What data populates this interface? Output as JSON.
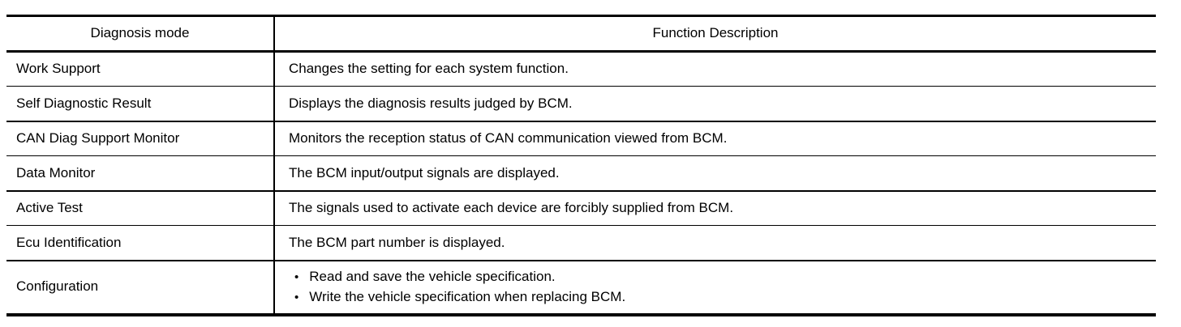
{
  "table": {
    "columns": [
      {
        "label": "Diagnosis mode"
      },
      {
        "label": "Function Description"
      }
    ],
    "bullet_char": "•",
    "rows": [
      {
        "mode": "Work Support",
        "description": "Changes the setting for each system function."
      },
      {
        "mode": "Self Diagnostic Result",
        "description": "Displays the diagnosis results judged by BCM."
      },
      {
        "mode": "CAN Diag Support Monitor",
        "description": "Monitors the reception status of CAN communication viewed from BCM."
      },
      {
        "mode": "Data Monitor",
        "description": "The BCM input/output signals are displayed."
      },
      {
        "mode": "Active Test",
        "description": "The signals used to activate each device are forcibly supplied from BCM."
      },
      {
        "mode": "Ecu Identification",
        "description": "The BCM part number is displayed."
      },
      {
        "mode": "Configuration",
        "description_bullets": [
          "Read and save the vehicle specification.",
          "Write the vehicle specification when replacing BCM."
        ]
      }
    ]
  },
  "colors": {
    "background": "#ffffff",
    "text": "#000000",
    "border": "#000000"
  }
}
